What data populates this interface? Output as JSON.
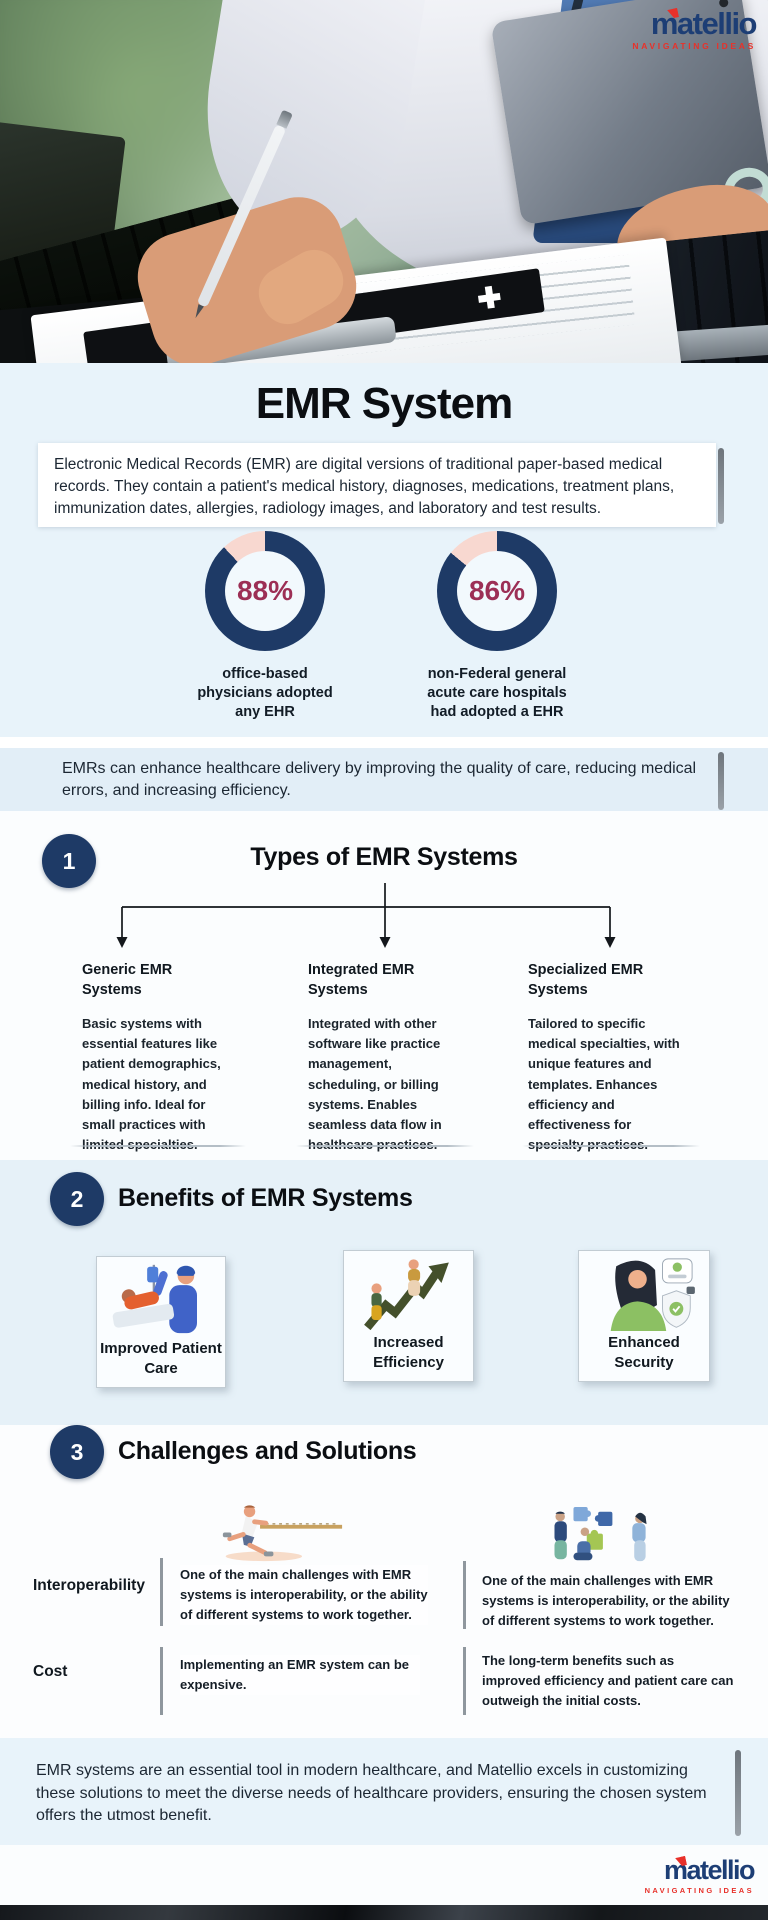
{
  "header": {
    "logo": {
      "name": "matellio",
      "tagline": "NAVIGATING IDEAS"
    }
  },
  "title": "EMR System",
  "intro": "Electronic Medical Records (EMR) are digital versions of traditional paper-based medical records. They contain a patient's medical history, diagnoses, medications, treatment plans, immunization dates, allergies, radiology images, and laboratory and test results.",
  "stats": {
    "charts": [
      {
        "value": "88%",
        "percent": 88,
        "caption": "office-based physicians adopted any EHR"
      },
      {
        "value": "86%",
        "percent": 86,
        "caption": "non-Federal general acute care hospitals had adopted a EHR"
      }
    ]
  },
  "chart_data": [
    {
      "type": "pie",
      "title": "office-based physicians adopted any EHR",
      "labels": [
        "adopted",
        "not adopted"
      ],
      "values": [
        88,
        12
      ],
      "center_label": "88%"
    },
    {
      "type": "pie",
      "title": "non-Federal general acute care hospitals had adopted a EHR",
      "labels": [
        "adopted",
        "not adopted"
      ],
      "values": [
        86,
        14
      ],
      "center_label": "86%"
    }
  ],
  "quote": "EMRs can enhance healthcare delivery by improving the quality of care, reducing medical errors, and increasing efficiency.",
  "sections": {
    "types": {
      "number": "1",
      "heading": "Types of EMR Systems",
      "columns": [
        {
          "title": "Generic EMR Systems",
          "body": "Basic systems with essential features like patient demographics, medical history, and billing info. Ideal for small practices with limited specialties."
        },
        {
          "title": "Integrated EMR Systems",
          "body": "Integrated with other software like practice management, scheduling, or billing systems. Enables seamless data flow in healthcare practices."
        },
        {
          "title": "Specialized EMR Systems",
          "body": "Tailored to specific medical specialties, with unique features and templates. Enhances efficiency and effectiveness for specialty practices."
        }
      ]
    },
    "benefits": {
      "number": "2",
      "heading": "Benefits of EMR Systems",
      "cards": [
        {
          "label": "Improved Patient Care"
        },
        {
          "label": "Increased Efficiency"
        },
        {
          "label": "Enhanced Security"
        }
      ]
    },
    "challenges": {
      "number": "3",
      "heading": "Challenges and Solutions",
      "rows": [
        {
          "label": "Interoperability",
          "challenge": "One of the main challenges with EMR systems is interoperability, or the ability of different systems to work together.",
          "solution": "One of the main challenges with EMR systems is interoperability, or the ability of different systems to work together."
        },
        {
          "label": "Cost",
          "challenge": "Implementing an EMR system can be expensive.",
          "solution": "The long-term benefits such as improved efficiency and patient care can outweigh the initial costs."
        }
      ]
    }
  },
  "conclusion": "EMR systems are an essential tool in modern healthcare, and Matellio excels in customizing these solutions to meet the diverse needs of healthcare providers, ensuring the chosen system offers the utmost benefit.",
  "footer": {
    "logo": {
      "name": "matellio",
      "tagline": "NAVIGATING IDEAS"
    }
  },
  "colors": {
    "navy": "#1e3a66",
    "pink": "#f8d8d0",
    "maroon": "#9c2f55",
    "logo_blue": "#1d3e75",
    "logo_red": "#e8312a",
    "light_blue_bg": "#e8f3fa"
  }
}
